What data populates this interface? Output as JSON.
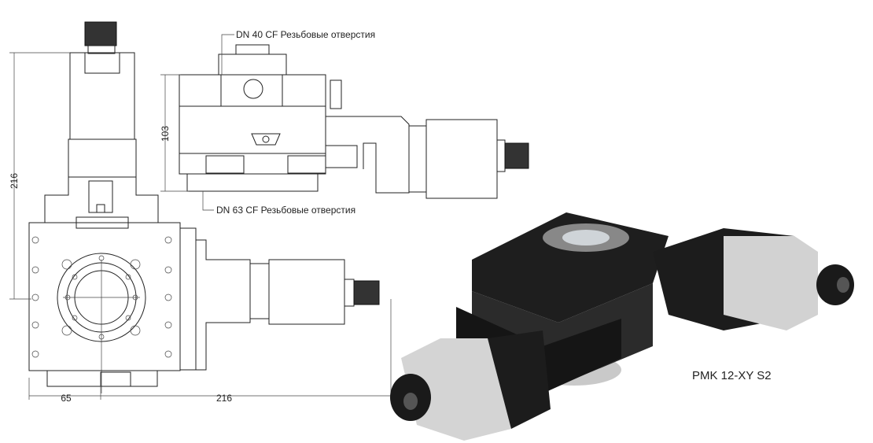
{
  "annotations": {
    "top_flange": "DN 40 CF Резьбовые отверстия",
    "bottom_flange": "DN 63 CF Резьбовые отверстия"
  },
  "dimensions": {
    "overall_height": "216",
    "side_height": "103",
    "bottom_left": "65",
    "bottom_right": "216"
  },
  "product": {
    "model": "PMK 12-XY S2"
  }
}
